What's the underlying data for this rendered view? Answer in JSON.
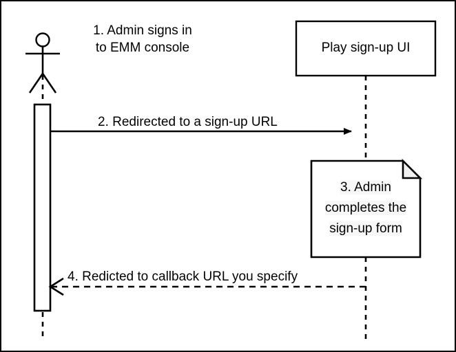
{
  "diagram": {
    "type": "uml-sequence-diagram",
    "background_color": "#ffffff",
    "stroke_color": "#000000",
    "note_fold_fill": "#f0f0f0",
    "text_highlight": "#f7f7f7",
    "actor": {
      "name": "admin-actor",
      "shape": "stick-figure"
    },
    "participants": [
      {
        "id": "play-signup-ui",
        "label": "Play sign-up UI"
      }
    ],
    "steps": [
      {
        "number": "1",
        "name": "admin-signs-in",
        "label": "1. Admin signs in\nto EMM console",
        "kind": "actor-annotation"
      },
      {
        "number": "2",
        "name": "redirected-to-signup-url",
        "label": "2. Redirected to a sign-up URL",
        "kind": "solid-arrow",
        "direction": "right"
      },
      {
        "number": "3",
        "name": "admin-completes-form",
        "label": "3. Admin\ncompletes the\nsign-up form",
        "kind": "note"
      },
      {
        "number": "4",
        "name": "redirected-to-callback-url",
        "label": "4. Redicted to callback URL you specify",
        "kind": "dashed-arrow",
        "direction": "left"
      }
    ]
  }
}
